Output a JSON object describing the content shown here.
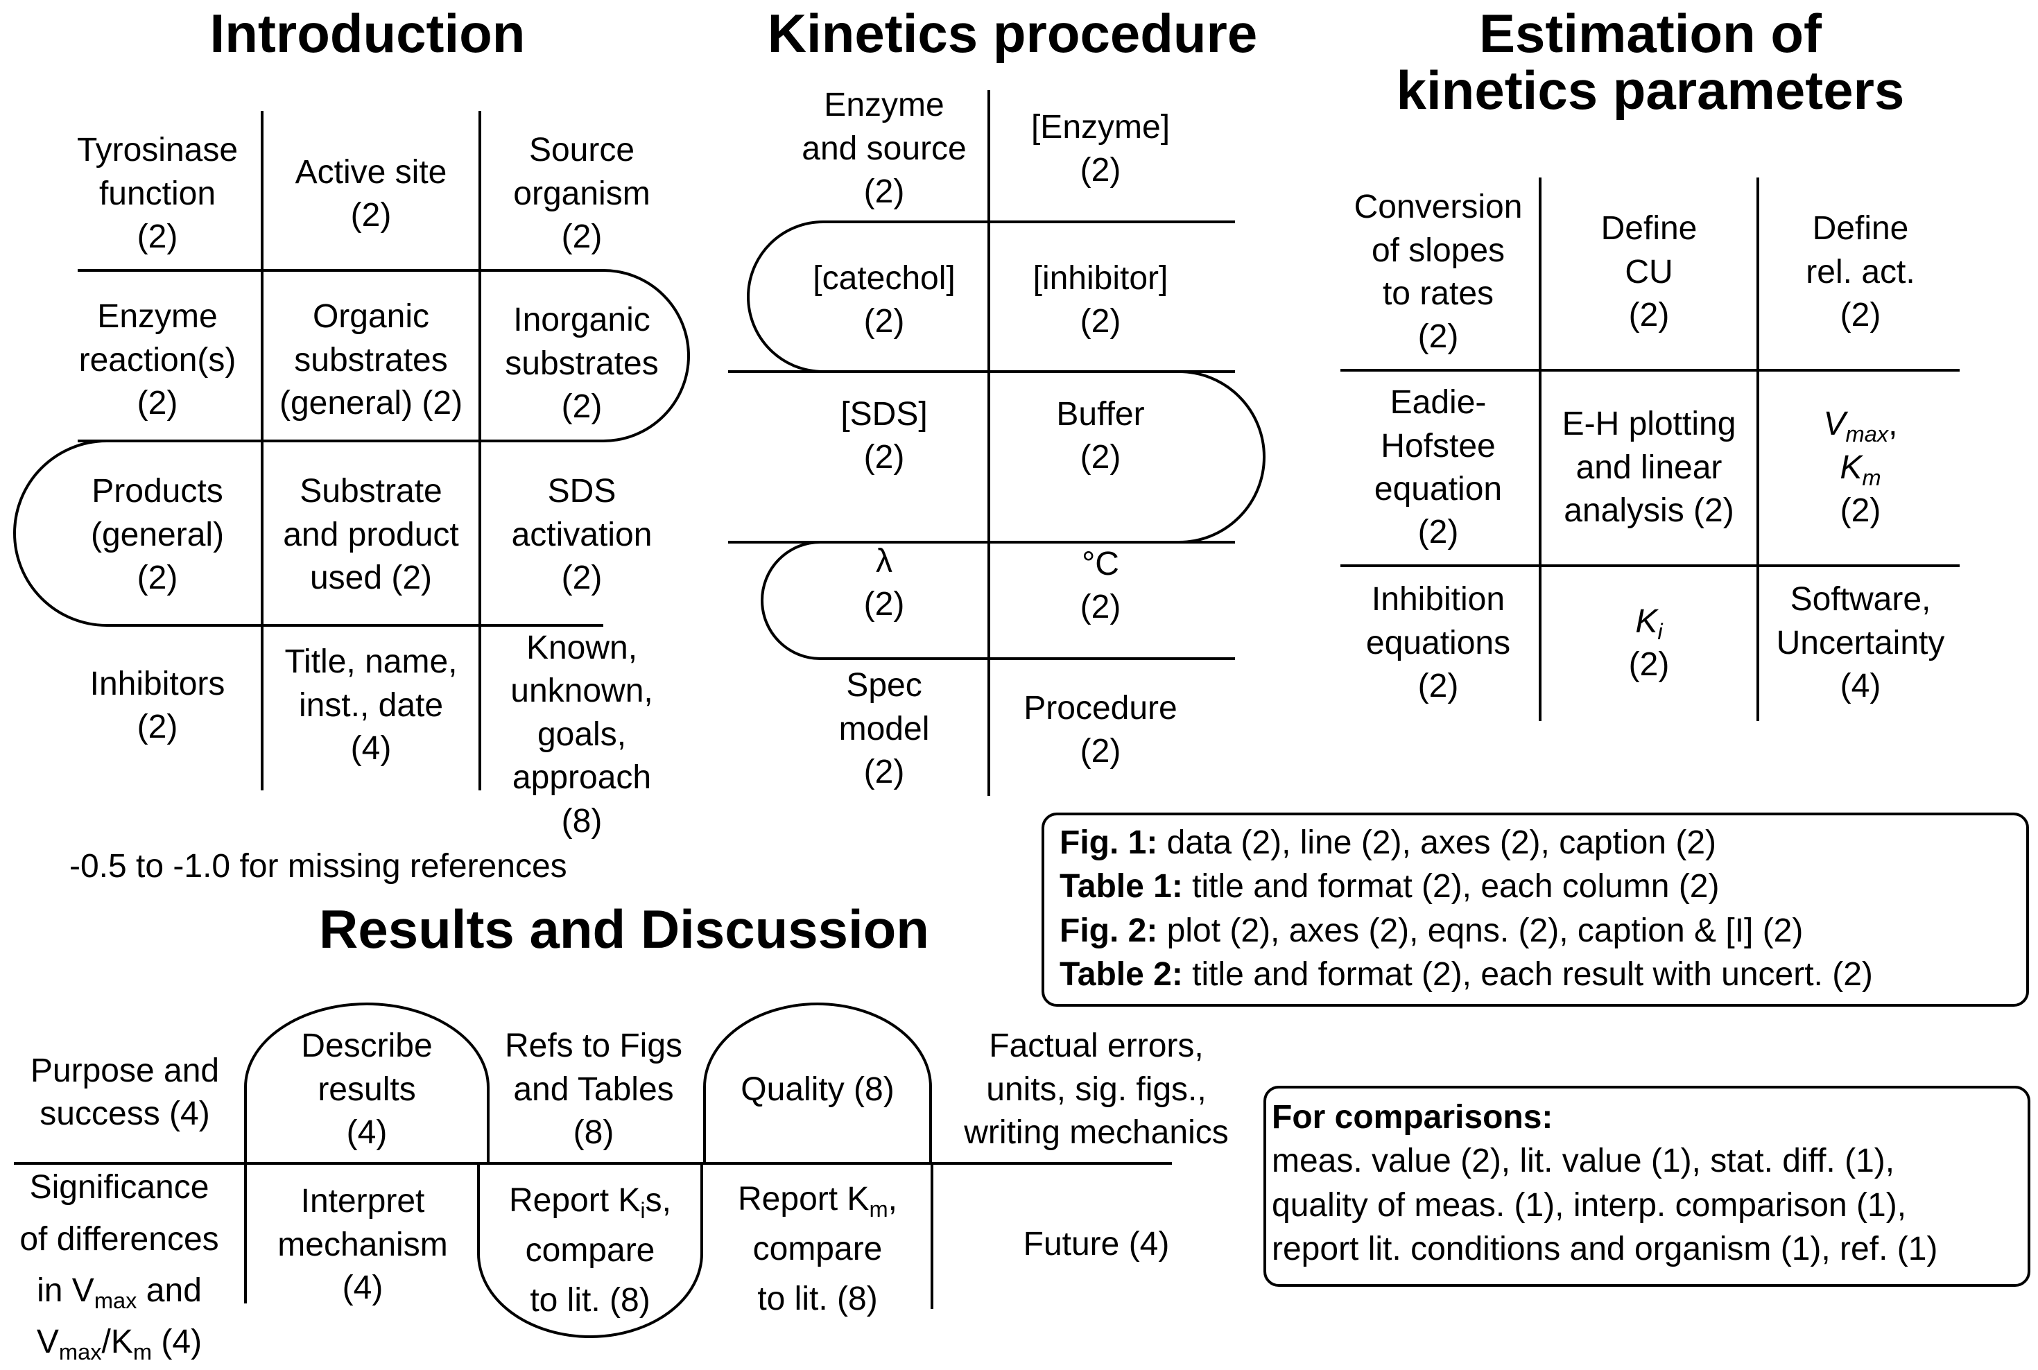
{
  "introduction": {
    "title": "Introduction",
    "cells": {
      "r1c1": [
        "Tyrosinase",
        "function",
        "(2)"
      ],
      "r1c2": [
        "Active site",
        "(2)"
      ],
      "r1c3": [
        "Source",
        "organism",
        "(2)"
      ],
      "r2c1": [
        "Enzyme",
        "reaction(s)",
        "(2)"
      ],
      "r2c2": [
        "Organic",
        "substrates",
        "(general) (2)"
      ],
      "r2c3": [
        "Inorganic",
        "substrates",
        "(2)"
      ],
      "r3c1": [
        "Products",
        "(general)",
        "(2)"
      ],
      "r3c2": [
        "Substrate",
        "and product",
        "used (2)"
      ],
      "r3c3": [
        "SDS",
        "activation",
        "(2)"
      ],
      "r4c1": [
        "Inhibitors",
        "(2)"
      ],
      "r4c2": [
        "Title, name,",
        "inst., date",
        "(4)"
      ],
      "r4c3": [
        "Known,",
        "unknown,",
        "goals,",
        "approach",
        "(8)"
      ]
    },
    "note": "-0.5 to -1.0 for missing references"
  },
  "kinetics_procedure": {
    "title": "Kinetics procedure",
    "cells": {
      "r1c1": [
        "Enzyme",
        "and source",
        "(2)"
      ],
      "r1c2": [
        "[Enzyme]",
        "(2)"
      ],
      "r2c1": [
        "[catechol]",
        "(2)"
      ],
      "r2c2": [
        "[inhibitor]",
        "(2)"
      ],
      "r3c1": [
        "[SDS]",
        "(2)"
      ],
      "r3c2": [
        "Buffer",
        "(2)"
      ],
      "r4c1": [
        "λ",
        "(2)"
      ],
      "r4c2": [
        "°C",
        "(2)"
      ],
      "r5c1": [
        "Spec",
        "model",
        "(2)"
      ],
      "r5c2": [
        "Procedure",
        "(2)"
      ]
    }
  },
  "estimation": {
    "title_line1": "Estimation of",
    "title_line2": "kinetics parameters",
    "cells": {
      "r1c1": [
        "Conversion",
        "of slopes",
        "to rates",
        "(2)"
      ],
      "r1c2": [
        "Define",
        "CU",
        "(2)"
      ],
      "r1c3": [
        "Define",
        "rel. act.",
        "(2)"
      ],
      "r2c1": [
        "Eadie-",
        "Hofstee",
        "equation",
        "(2)"
      ],
      "r2c2": [
        "E-H plotting",
        "and linear",
        "analysis (2)"
      ],
      "r2c3": {
        "vmax_base": "V",
        "vmax_sub": "max",
        "comma": ",",
        "km_base": "K",
        "km_sub": "m",
        "score": "(2)"
      },
      "r3c1": [
        "Inhibition",
        "equations",
        "(2)"
      ],
      "r3c2": {
        "ki_base": "K",
        "ki_sub": "i",
        "score": "(2)"
      },
      "r3c3": [
        "Software,",
        "Uncertainty",
        "(4)"
      ]
    }
  },
  "figures_box": {
    "lines": [
      {
        "label": "Fig. 1:",
        "text": " data (2), line (2), axes (2), caption (2)"
      },
      {
        "label": "Table 1:",
        "text": " title and format (2), each column (2)"
      },
      {
        "label": "Fig. 2:",
        "text": " plot (2), axes (2), eqns. (2), caption & [I] (2)"
      },
      {
        "label": "Table 2:",
        "text": " title and format (2), each result with uncert. (2)"
      }
    ]
  },
  "results_discussion": {
    "title": "Results and Discussion",
    "cells": {
      "r1c1": [
        "Purpose and",
        "success (4)"
      ],
      "r1c2": [
        "Describe",
        "results",
        "(4)"
      ],
      "r1c3": [
        "Refs to Figs",
        "and Tables",
        "(8)"
      ],
      "r1c4": [
        "Quality (8)"
      ],
      "r1c5": [
        "Factual errors,",
        "units, sig. figs.,",
        "writing mechanics"
      ],
      "r2c1": {
        "l1": "Significance",
        "l2": "of differences",
        "l3_pre": "in V",
        "l3_sub": "max",
        "l3_post": " and",
        "l4_pre": "V",
        "l4_sub1": "max",
        "l4_mid": "/K",
        "l4_sub2": "m",
        "l4_post": " (4)"
      },
      "r2c2": [
        "Interpret",
        "mechanism",
        "(4)"
      ],
      "r2c3": {
        "l1_pre": "Report K",
        "l1_sub": "i",
        "l1_post": "s,",
        "l2": "compare",
        "l3": "to lit. (8)"
      },
      "r2c4": {
        "l1_pre": "Report K",
        "l1_sub": "m",
        "l1_post": ",",
        "l2": "compare",
        "l3": "to lit. (8)"
      },
      "r2c5": [
        "Future (4)"
      ]
    }
  },
  "comparisons_box": {
    "title": "For comparisons:",
    "lines": [
      "meas. value (2), lit. value (1), stat. diff. (1),",
      "quality of meas. (1), interp. comparison (1),",
      "report lit. conditions and organism (1), ref. (1)"
    ]
  }
}
